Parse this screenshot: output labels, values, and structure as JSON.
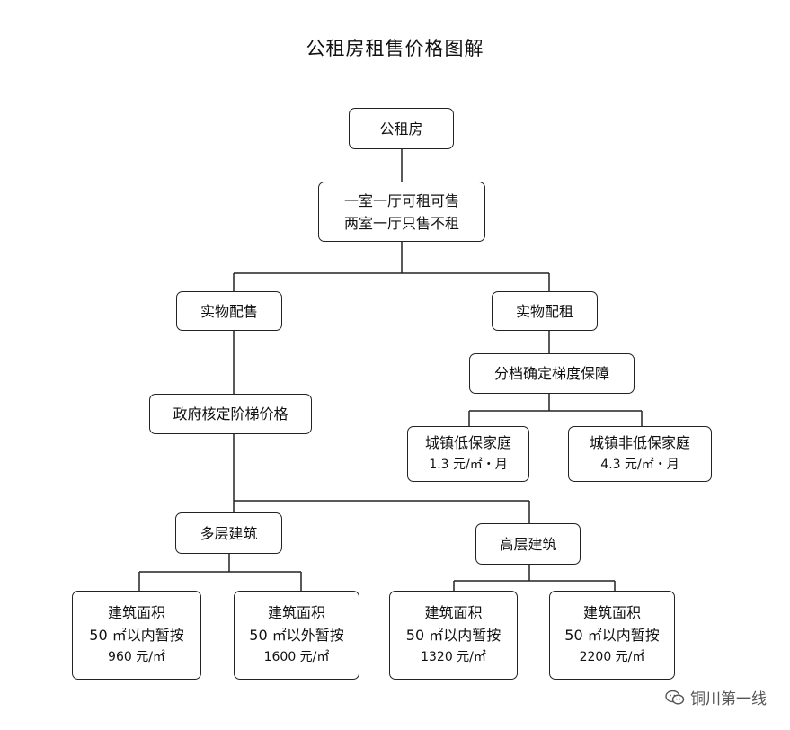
{
  "title": "公租房租售价格图解",
  "nodes": {
    "root": {
      "lines": [
        "公租房"
      ]
    },
    "policy": {
      "lines": [
        "一室一厅可租可售",
        "两室一厅只售不租"
      ]
    },
    "sale": {
      "lines": [
        "实物配售"
      ]
    },
    "rent": {
      "lines": [
        "实物配租"
      ]
    },
    "tiered_guarantee": {
      "lines": [
        "分档确定梯度保障"
      ]
    },
    "urban_low_income": {
      "lines": [
        "城镇低保家庭",
        "1.3 元/㎡・月"
      ]
    },
    "urban_non_low_income": {
      "lines": [
        "城镇非低保家庭",
        "4.3 元/㎡・月"
      ]
    },
    "gov_price": {
      "lines": [
        "政府核定阶梯价格"
      ]
    },
    "multi_storey": {
      "lines": [
        "多层建筑"
      ]
    },
    "high_rise": {
      "lines": [
        "高层建筑"
      ]
    },
    "multi_within_50": {
      "lines": [
        "建筑面积",
        "50 ㎡以内暂按",
        "960 元/㎡"
      ]
    },
    "multi_over_50": {
      "lines": [
        "建筑面积",
        "50 ㎡以外暂按",
        "1600 元/㎡"
      ]
    },
    "high_within_50_a": {
      "lines": [
        "建筑面积",
        "50 ㎡以内暂按",
        "1320 元/㎡"
      ]
    },
    "high_within_50_b": {
      "lines": [
        "建筑面积",
        "50 ㎡以内暂按",
        "2200 元/㎡"
      ]
    }
  },
  "watermark": {
    "text": "铜川第一线",
    "icon": "wechat-icon"
  }
}
